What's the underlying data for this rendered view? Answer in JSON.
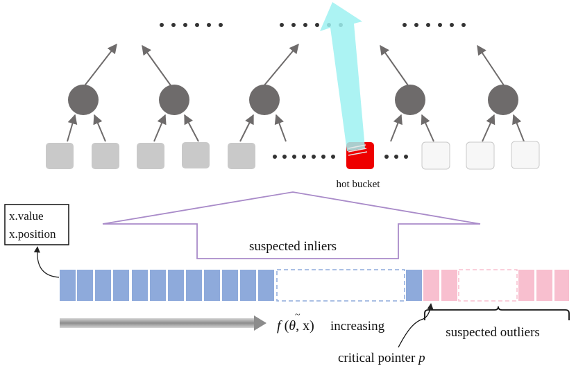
{
  "labels": {
    "hot_bucket": "hot bucket",
    "x_value": "x.value",
    "x_position": "x.position",
    "suspected_inliers": "suspected inliers",
    "suspected_outliers": "suspected outliers",
    "f_prefix": "f",
    "theta": "θ",
    "f_args": ", x)",
    "increasing": "increasing",
    "critical_pointer": "critical pointer",
    "critical_pointer_var": "p"
  },
  "colors": {
    "node": "#6e6b6b",
    "bucket_gray": "#c9c9c9",
    "bucket_empty": "#f7f7f7",
    "bucket_empty_border": "#c8c8c8",
    "hot_bucket": "#ee0000",
    "hot_arrow": "#9ef1f1",
    "tree_edge": "#6e6b6b",
    "blue_cell": "#8eaadb",
    "pink_cell": "#f8bfcf",
    "inliers_outline": "#a98bc9",
    "gradient_arrow_dark": "#8c8c8c",
    "gradient_arrow_light": "#d4d4d4"
  },
  "icons": {
    "dots": "ellipsis-dots",
    "tree_node": "circle-node",
    "bucket": "rounded-square"
  }
}
